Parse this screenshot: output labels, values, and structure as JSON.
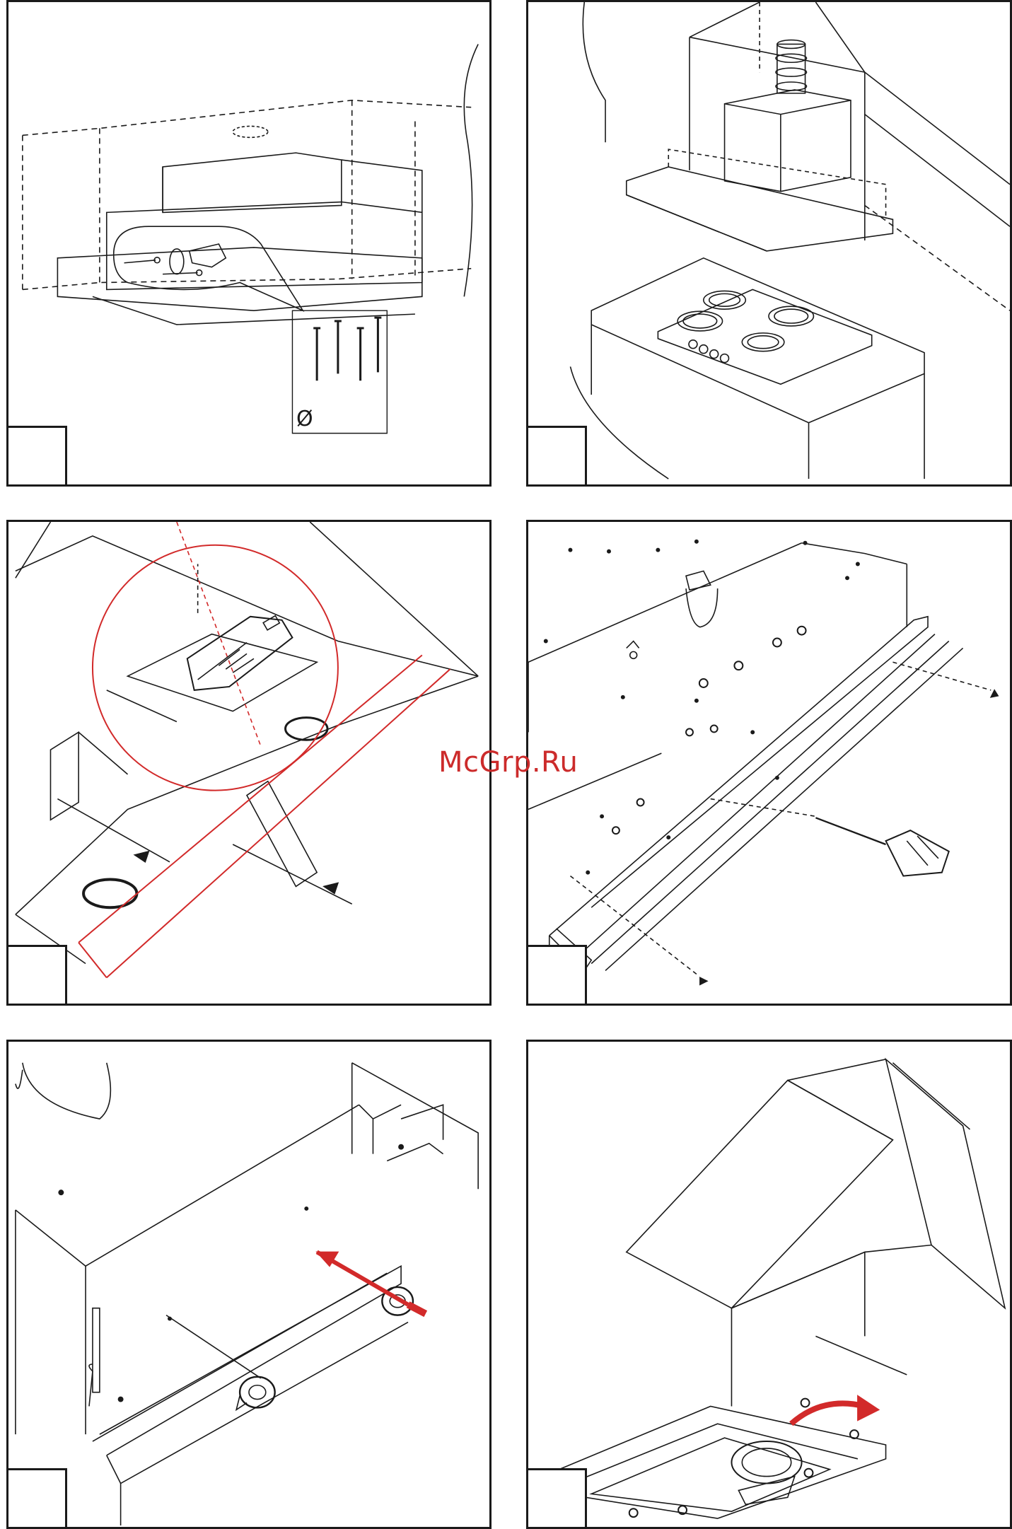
{
  "watermark": {
    "text": "McGrp.Ru",
    "color": "#cc2b2b"
  },
  "panels": [
    {
      "id": "panel-1",
      "content": "mounting-screws",
      "symbol": "Ø"
    },
    {
      "id": "panel-2",
      "content": "installed-hood-over-cooktop"
    },
    {
      "id": "panel-3",
      "content": "cut-template-detail",
      "accent": "#d22a2a"
    },
    {
      "id": "panel-4",
      "content": "front-rail-screwdriver"
    },
    {
      "id": "panel-5",
      "content": "knob-insertion",
      "accent": "#d22a2a"
    },
    {
      "id": "panel-6",
      "content": "fold-panel-rotation",
      "accent": "#d22a2a"
    }
  ],
  "icons": [
    "screw-icon",
    "screwdriver-icon",
    "arrow-icon",
    "rotation-arrow-icon",
    "cutter-knife-icon"
  ]
}
